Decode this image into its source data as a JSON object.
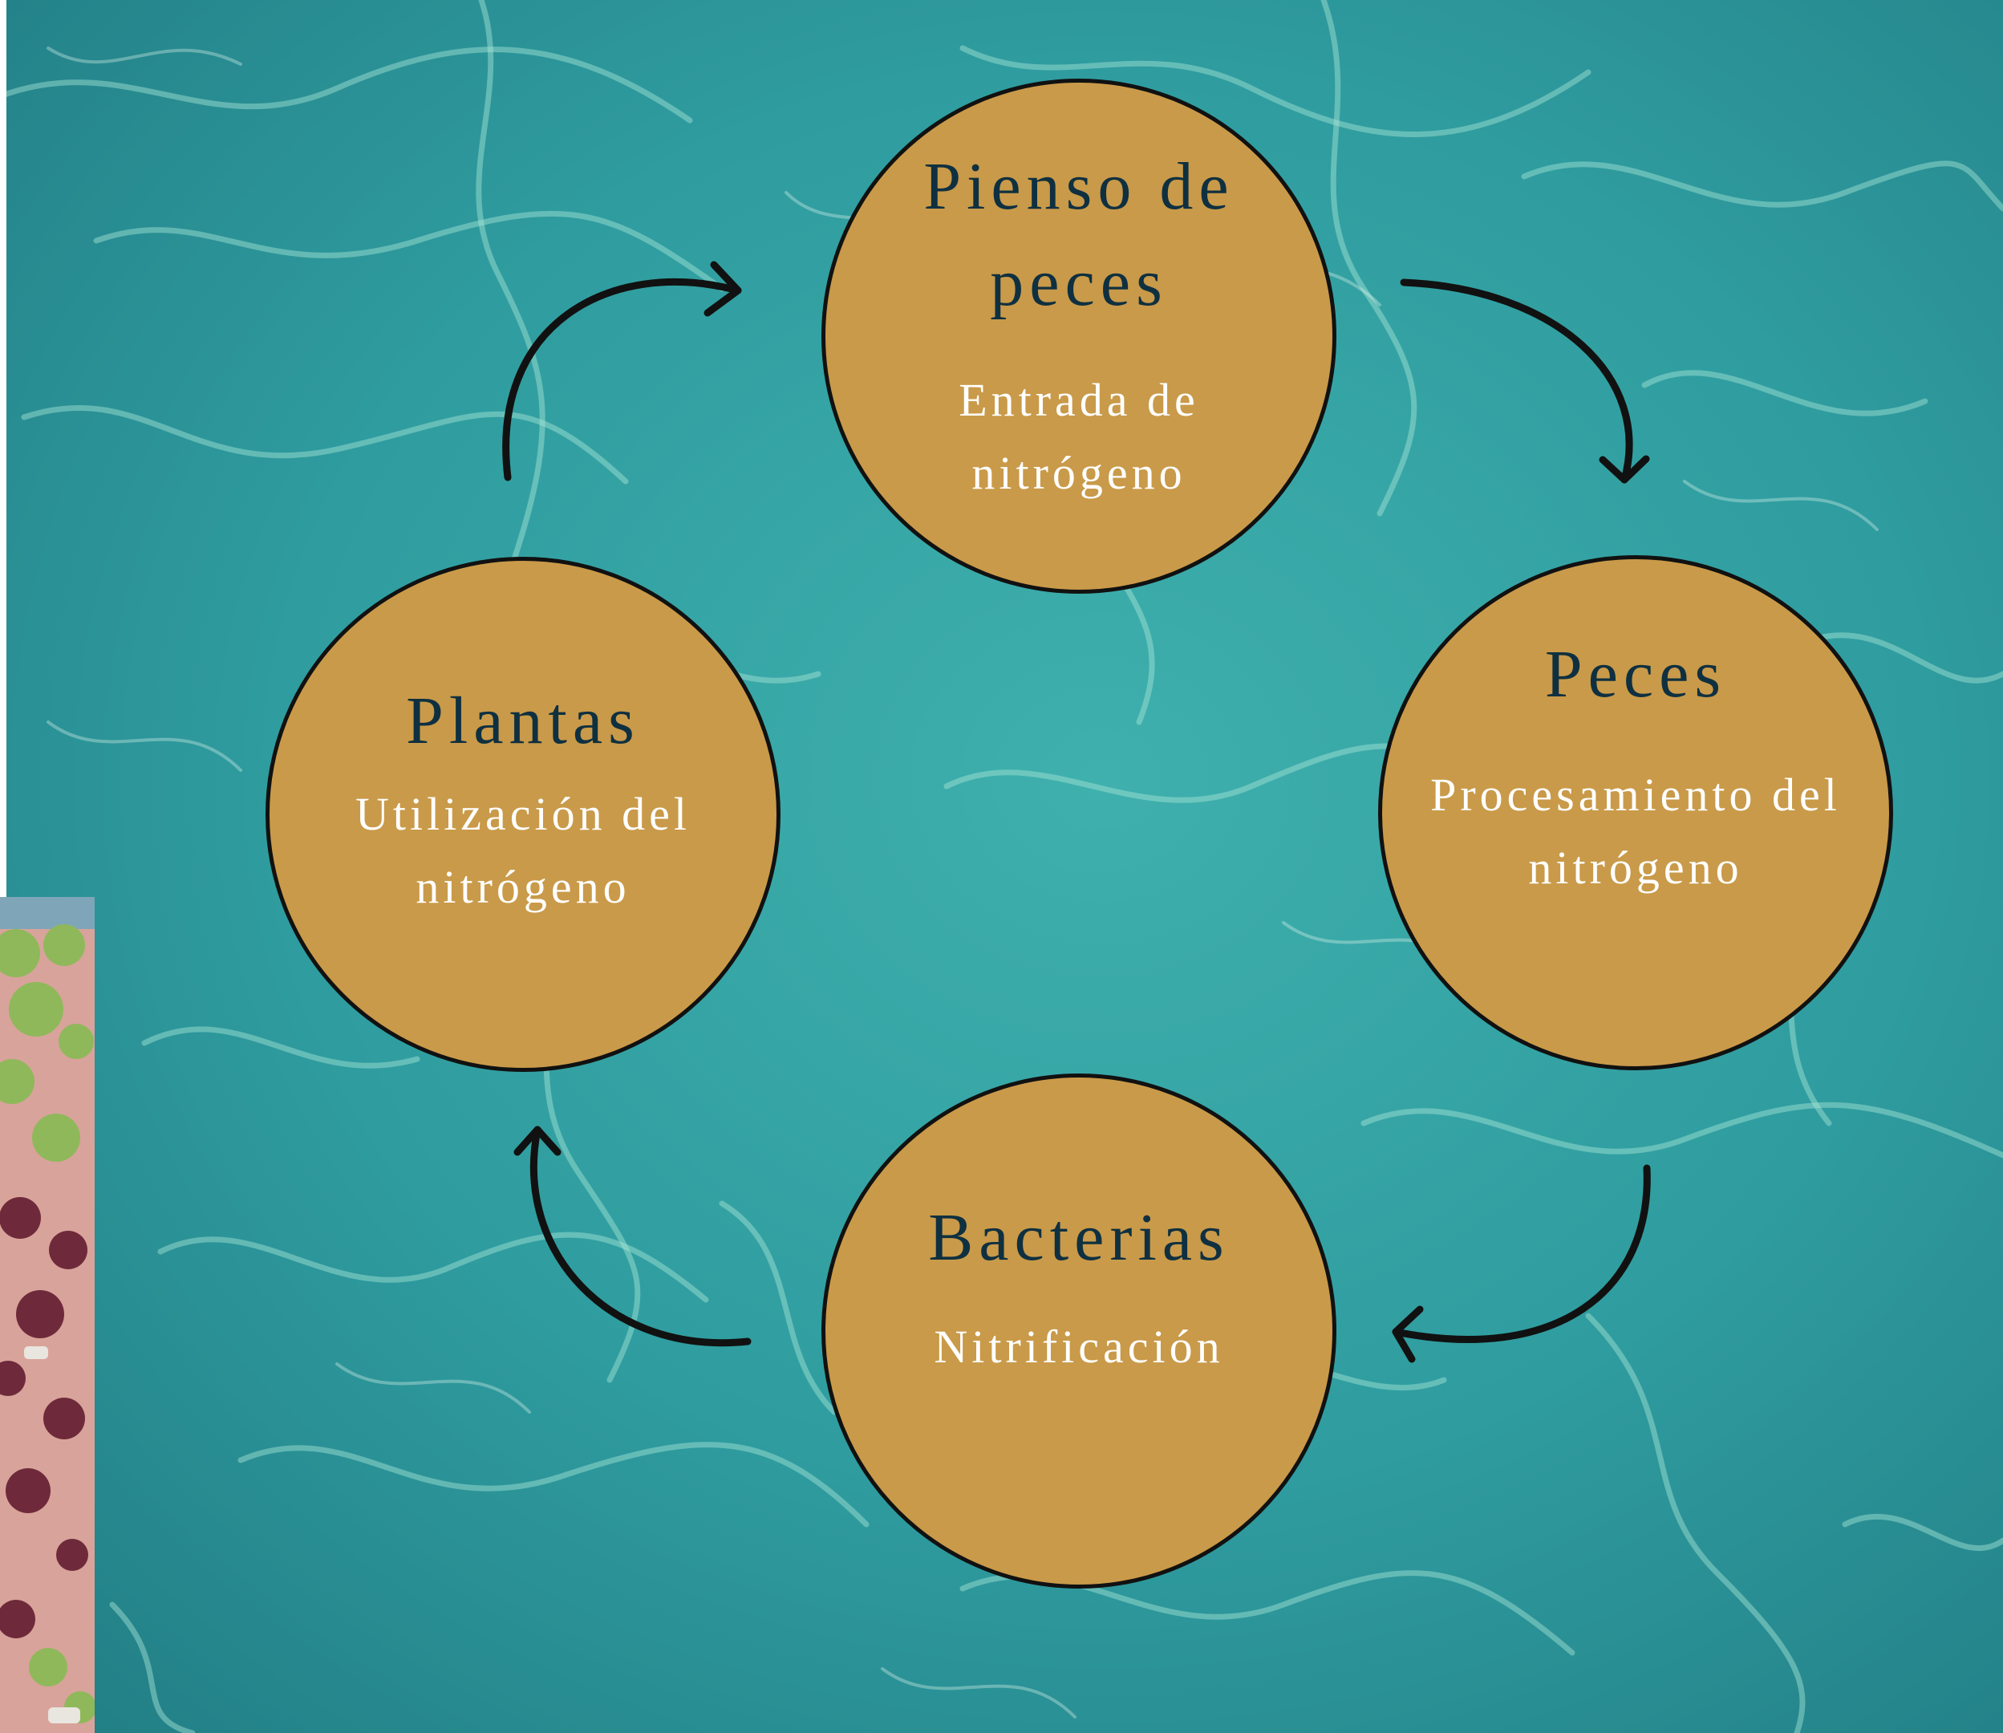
{
  "nodes": {
    "feed": {
      "title": "Pienso de peces",
      "subtitle": "Entrada de nitrógeno"
    },
    "fish": {
      "title": "Peces",
      "subtitle": "Procesamiento del nitrógeno"
    },
    "bact": {
      "title": "Bacterias",
      "subtitle": "Nitrificación"
    },
    "plants": {
      "title": "Plantas",
      "subtitle": "Utilización del nitrógeno"
    }
  },
  "colors": {
    "water": "#2f9c9f",
    "node_fill": "#c99a49",
    "node_border": "#111111",
    "title_text": "#0f3040",
    "subtitle_text": "#ffffff",
    "arrow": "#111111"
  },
  "icons": [
    "clockwise-cycle-arrow-icon"
  ]
}
